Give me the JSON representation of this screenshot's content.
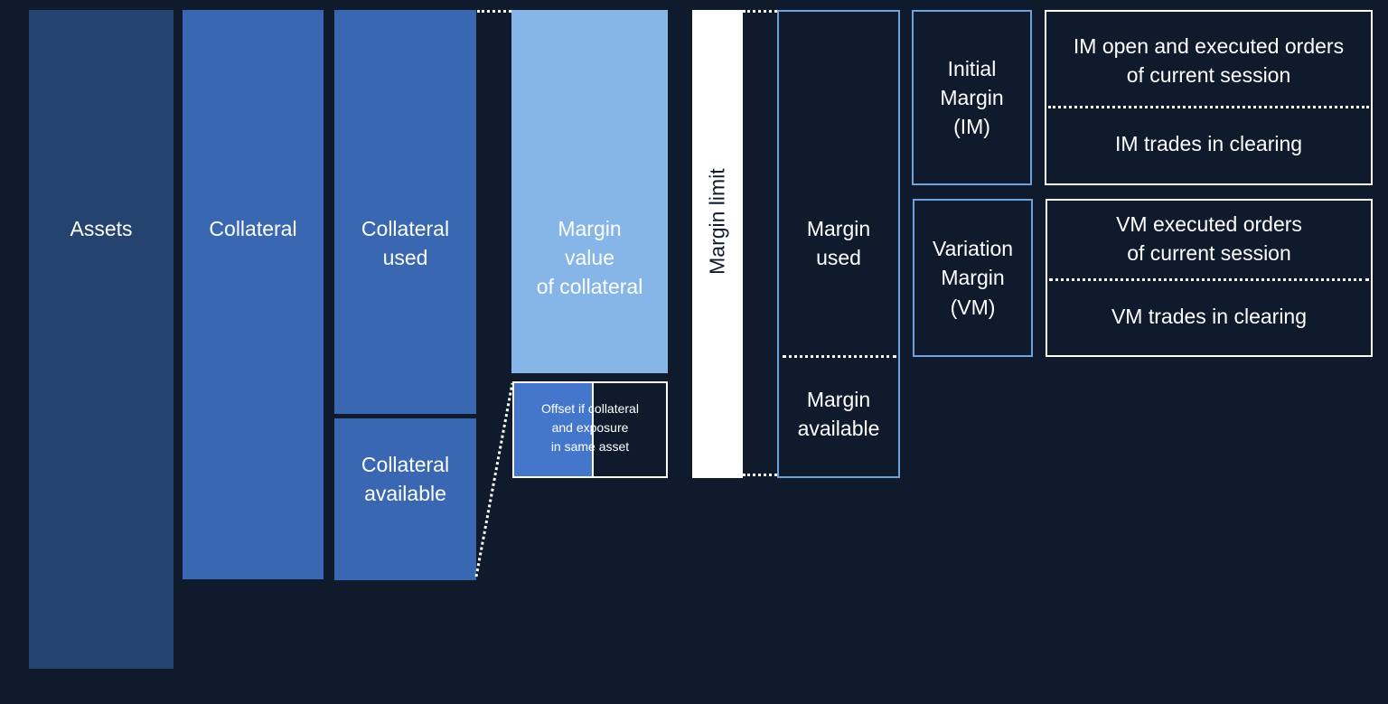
{
  "colors": {
    "background": "#0f1b2d",
    "assets": "#24436f",
    "collateral": "#3a67b1",
    "margin_value": "#86b5e7",
    "offset_fill": "#4477cc",
    "outline_blue": "#6fa2dc",
    "white": "#ffffff"
  },
  "diagram": {
    "assets": "Assets",
    "collateral": "Collateral",
    "collateral_used": "Collateral\nused",
    "collateral_available": "Collateral\navailable",
    "margin_value": "Margin\nvalue\nof collateral",
    "offset": "Offset if collateral\nand exposure\nin same asset",
    "margin_limit": "Margin limit",
    "margin_used": "Margin\nused",
    "margin_available": "Margin\navailable",
    "initial_margin": "Initial\nMargin\n(IM)",
    "variation_margin": "Variation\nMargin\n(VM)",
    "im_open": "IM open and executed orders\nof current session",
    "im_trades": "IM trades in clearing",
    "vm_executed": "VM executed orders\nof current session",
    "vm_trades": "VM trades in clearing"
  }
}
